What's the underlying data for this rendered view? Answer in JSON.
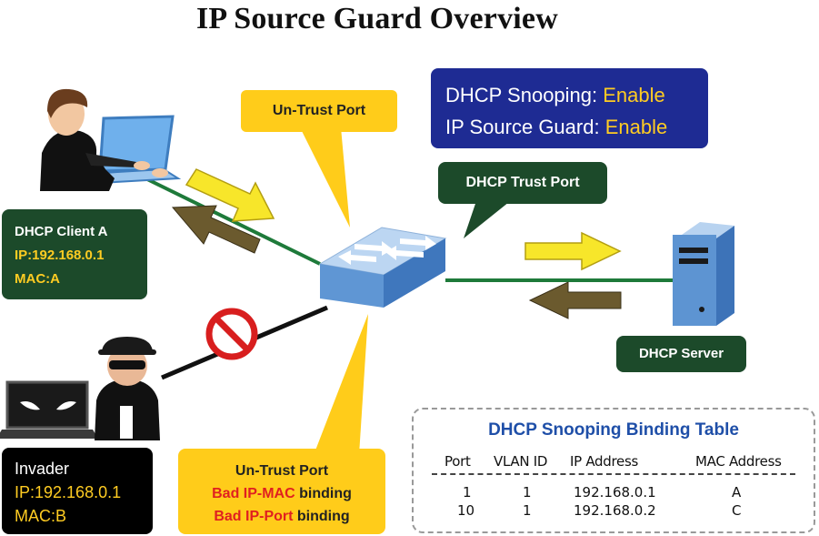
{
  "title": "IP Source Guard Overview",
  "status": {
    "dhcp_snooping_label": "DHCP Snooping: ",
    "dhcp_snooping_value": "Enable",
    "ip_source_guard_label": "IP Source Guard: ",
    "ip_source_guard_value": "Enable"
  },
  "untrust_port_top": "Un-Trust Port",
  "dhcp_trust_port": "DHCP Trust Port",
  "client": {
    "name": "DHCP Client A",
    "ip": "IP:192.168.0.1",
    "mac": "MAC:A"
  },
  "server": {
    "name": "DHCP Server"
  },
  "invader": {
    "name": "Invader",
    "ip": "IP:192.168.0.1",
    "mac": "MAC:B"
  },
  "untrust_port_bottom": {
    "title": "Un-Trust Port",
    "line1_red": "Bad IP-MAC",
    "line1_rest": " binding",
    "line2_red": "Bad IP-Port",
    "line2_rest": " binding"
  },
  "binding_table": {
    "title": "DHCP Snooping Binding Table",
    "headers": [
      "Port",
      "VLAN ID",
      "IP Address",
      "MAC Address"
    ],
    "rows": [
      [
        "1",
        "1",
        "192.168.0.1",
        "A"
      ],
      [
        "10",
        "1",
        "192.168.0.2",
        "C"
      ]
    ]
  },
  "colors": {
    "link_green": "#1e7a3a",
    "arrow_yellow": "#f7e62a",
    "arrow_brown": "#6b5a2e",
    "callout_yellow": "#ffcc1a",
    "block_red": "#d81e1e"
  }
}
